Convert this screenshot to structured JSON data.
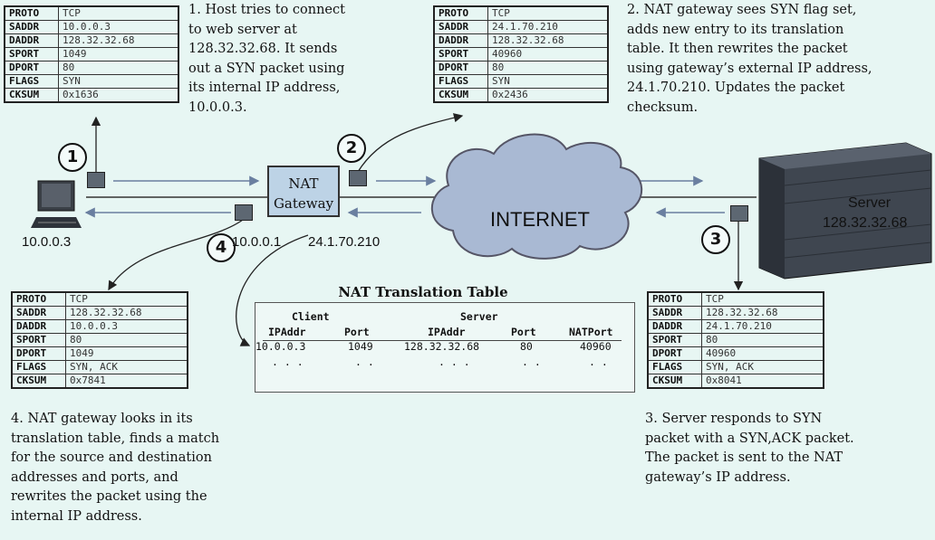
{
  "packets": {
    "p1": {
      "rows": [
        {
          "key": "PROTO",
          "val": "TCP"
        },
        {
          "key": "SADDR",
          "val": "10.0.0.3"
        },
        {
          "key": "DADDR",
          "val": "128.32.32.68"
        },
        {
          "key": "SPORT",
          "val": "1049"
        },
        {
          "key": "DPORT",
          "val": "80"
        },
        {
          "key": "FLAGS",
          "val": "SYN"
        },
        {
          "key": "CKSUM",
          "val": "0x1636"
        }
      ]
    },
    "p2": {
      "rows": [
        {
          "key": "PROTO",
          "val": "TCP"
        },
        {
          "key": "SADDR",
          "val": "24.1.70.210"
        },
        {
          "key": "DADDR",
          "val": "128.32.32.68"
        },
        {
          "key": "SPORT",
          "val": "40960"
        },
        {
          "key": "DPORT",
          "val": "80"
        },
        {
          "key": "FLAGS",
          "val": "SYN"
        },
        {
          "key": "CKSUM",
          "val": "0x2436"
        }
      ]
    },
    "p3": {
      "rows": [
        {
          "key": "PROTO",
          "val": "TCP"
        },
        {
          "key": "SADDR",
          "val": "128.32.32.68"
        },
        {
          "key": "DADDR",
          "val": "24.1.70.210"
        },
        {
          "key": "SPORT",
          "val": "80"
        },
        {
          "key": "DPORT",
          "val": "40960"
        },
        {
          "key": "FLAGS",
          "val": "SYN, ACK"
        },
        {
          "key": "CKSUM",
          "val": "0x8041"
        }
      ]
    },
    "p4": {
      "rows": [
        {
          "key": "PROTO",
          "val": "TCP"
        },
        {
          "key": "SADDR",
          "val": "128.32.32.68"
        },
        {
          "key": "DADDR",
          "val": "10.0.0.3"
        },
        {
          "key": "SPORT",
          "val": "80"
        },
        {
          "key": "DPORT",
          "val": "1049"
        },
        {
          "key": "FLAGS",
          "val": "SYN, ACK"
        },
        {
          "key": "CKSUM",
          "val": "0x7841"
        }
      ]
    }
  },
  "captions": {
    "c1": "1. Host tries to connect\nto web server at\n128.32.32.68. It sends\nout a SYN packet using\nits internal IP address,\n10.0.0.3.",
    "c2": "2. NAT gateway sees SYN flag set,\nadds new entry to its translation\ntable. It then rewrites the packet\nusing gateway’s external IP address,\n24.1.70.210. Updates the packet\nchecksum.",
    "c3": "3. Server responds to SYN\npacket with a SYN,ACK packet.\nThe packet is sent to the NAT\ngateway’s IP address.",
    "c4": "4. NAT gateway looks in its\ntranslation table, finds a match\nfor the source and destination\naddresses and ports, and\nrewrites the packet using the\ninternal IP address."
  },
  "steps": [
    "1",
    "2",
    "3",
    "4"
  ],
  "labels": {
    "host_ip": "10.0.0.3",
    "nat_line1": "NAT",
    "nat_line2": "Gateway",
    "nat_internal_ip": "10.0.0.1",
    "nat_external_ip": "24.1.70.210",
    "internet": "INTERNET",
    "server_name": "Server",
    "server_ip": "128.32.32.68"
  },
  "nat_table": {
    "title": "NAT Translation Table",
    "group_client": "Client",
    "group_server": "Server",
    "headers": [
      "IPAddr",
      "Port",
      "IPAddr",
      "Port",
      "NATPort"
    ],
    "row": [
      "10.0.0.3",
      "1049",
      "128.32.32.68",
      "80",
      "40960"
    ],
    "ellipsis": [
      ". . .",
      ". .",
      ". . .",
      ". .",
      ". ."
    ]
  },
  "colors": {
    "background": "#e7f6f3",
    "cloud": "#a9b9d3",
    "nat_box": "#bdd3e6",
    "server": "#3f4650"
  }
}
